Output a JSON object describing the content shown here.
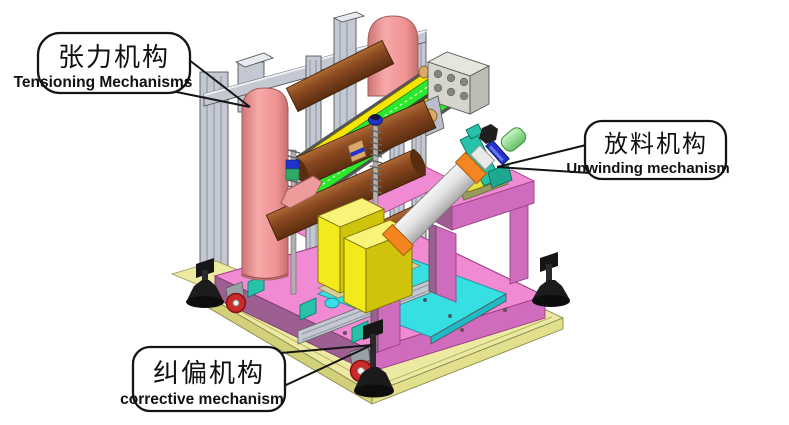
{
  "callouts": [
    {
      "id": "tensioning",
      "zh": "张力机构",
      "en": "Tensioning Mechanisms"
    },
    {
      "id": "unwinding",
      "zh": "放料机构",
      "en": "Unwinding mechanism"
    },
    {
      "id": "corrective",
      "zh": "纠偏机构",
      "en": "corrective mechanism"
    }
  ],
  "colors": {
    "base_pink": "#ee86d8",
    "base_pink_top": "#f08ad2",
    "base_pink_left": "#9d5e91",
    "base_pink_right": "#cf6cbe",
    "plate_yellow": "#eceaa2",
    "plate_yellow_dark": "#d2d078",
    "plate_yellow_mid": "#e2e08c",
    "panel_cyan": "#35dfe2",
    "panel_cyan_dark": "#22b9c6",
    "box_yellow": "#f2ea1b",
    "box_yellow_top": "#faf37a",
    "box_yellow_side": "#cfc30c",
    "column_salmon": "#f2a0a0",
    "roller_brown": "#8c4a21",
    "rail_green": "#2ce82c",
    "rail_yellow": "#f5e500",
    "frame_gray": "#c3c8d2",
    "block_gray": "#d6d6cc",
    "teal": "#27c3a9",
    "shaft_orange": "#f5861f",
    "handle_green": "#8fe48f",
    "ring_blue": "#2233cc",
    "outline": "#151515",
    "bg": "#ffffff"
  }
}
